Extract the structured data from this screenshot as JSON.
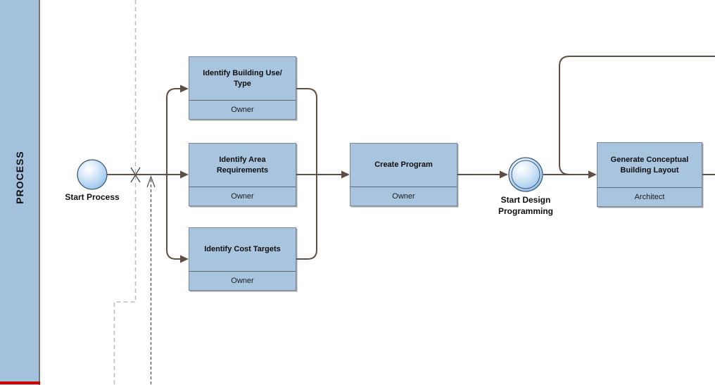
{
  "diagram": {
    "lane": {
      "label": "PROCESS"
    },
    "events": [
      {
        "id": "start-process",
        "label": "Start Process",
        "type": "start-event"
      },
      {
        "id": "start-design-programming",
        "label": "Start Design Programming",
        "type": "intermediate-event"
      }
    ],
    "tasks": [
      {
        "id": "identify-building-use-type",
        "title": "Identify Building Use/ Type",
        "role": "Owner"
      },
      {
        "id": "identify-area-requirements",
        "title": "Identify Area Requirements",
        "role": "Owner"
      },
      {
        "id": "identify-cost-targets",
        "title": "Identify Cost Targets",
        "role": "Owner"
      },
      {
        "id": "create-program",
        "title": "Create Program",
        "role": "Owner"
      },
      {
        "id": "generate-conceptual-building-layout",
        "title": "Generate Conceptual Building Layout",
        "role": "Architect"
      }
    ],
    "colors": {
      "lane_fill": "#a3c0dc",
      "task_fill": "#a9c4de",
      "task_border": "#77889b",
      "connector": "#5d4f46",
      "page_break_guide": "#bdbdbd",
      "dashed_connector": "#4f4f4f",
      "event_fill_light": "#ffffff",
      "event_fill_dark": "#88b8e6",
      "red_marker": "#c80000"
    }
  }
}
